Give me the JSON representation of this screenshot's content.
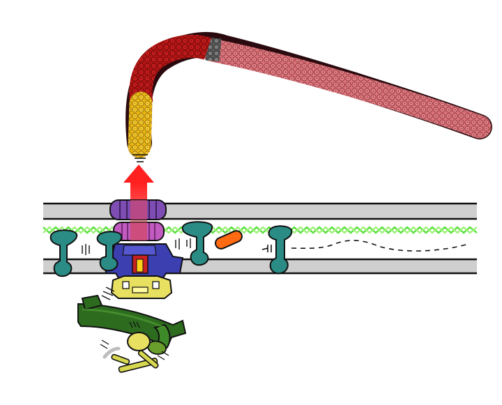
{
  "diagram": {
    "kind": "illustration",
    "labels": [],
    "colors": {
      "background": "#ffffff",
      "outline": "#111111",
      "membrane_fill": "#cfcfcf",
      "filament_main": "#d9747a",
      "filament_dark": "#a83a44",
      "tip_red": "#d01818",
      "tip_gray": "#6e6e6e",
      "base_yellow": "#f2c21a",
      "arrow_red": "#ff2a2a",
      "pore_purple": "#7e4db3",
      "pore_magenta": "#c25bc0",
      "motor_blue": "#3c3fb0",
      "motor_red": "#c82020",
      "atpase_yellow": "#e8e060",
      "stator_teal": "#2b8c86",
      "peptidoglycan_green": "#58e03a",
      "chaperone_orange": "#ff6a12",
      "cytoplasmic_green": "#2d6b1f",
      "cyto_light_green": "#6a9e2c",
      "rod_yellow": "#d8d850"
    },
    "icons": {
      "export_arrow": "up-arrow",
      "pore": "barrel-ring",
      "stator": "anchor-protein",
      "chaperone": "pill-shape"
    }
  }
}
